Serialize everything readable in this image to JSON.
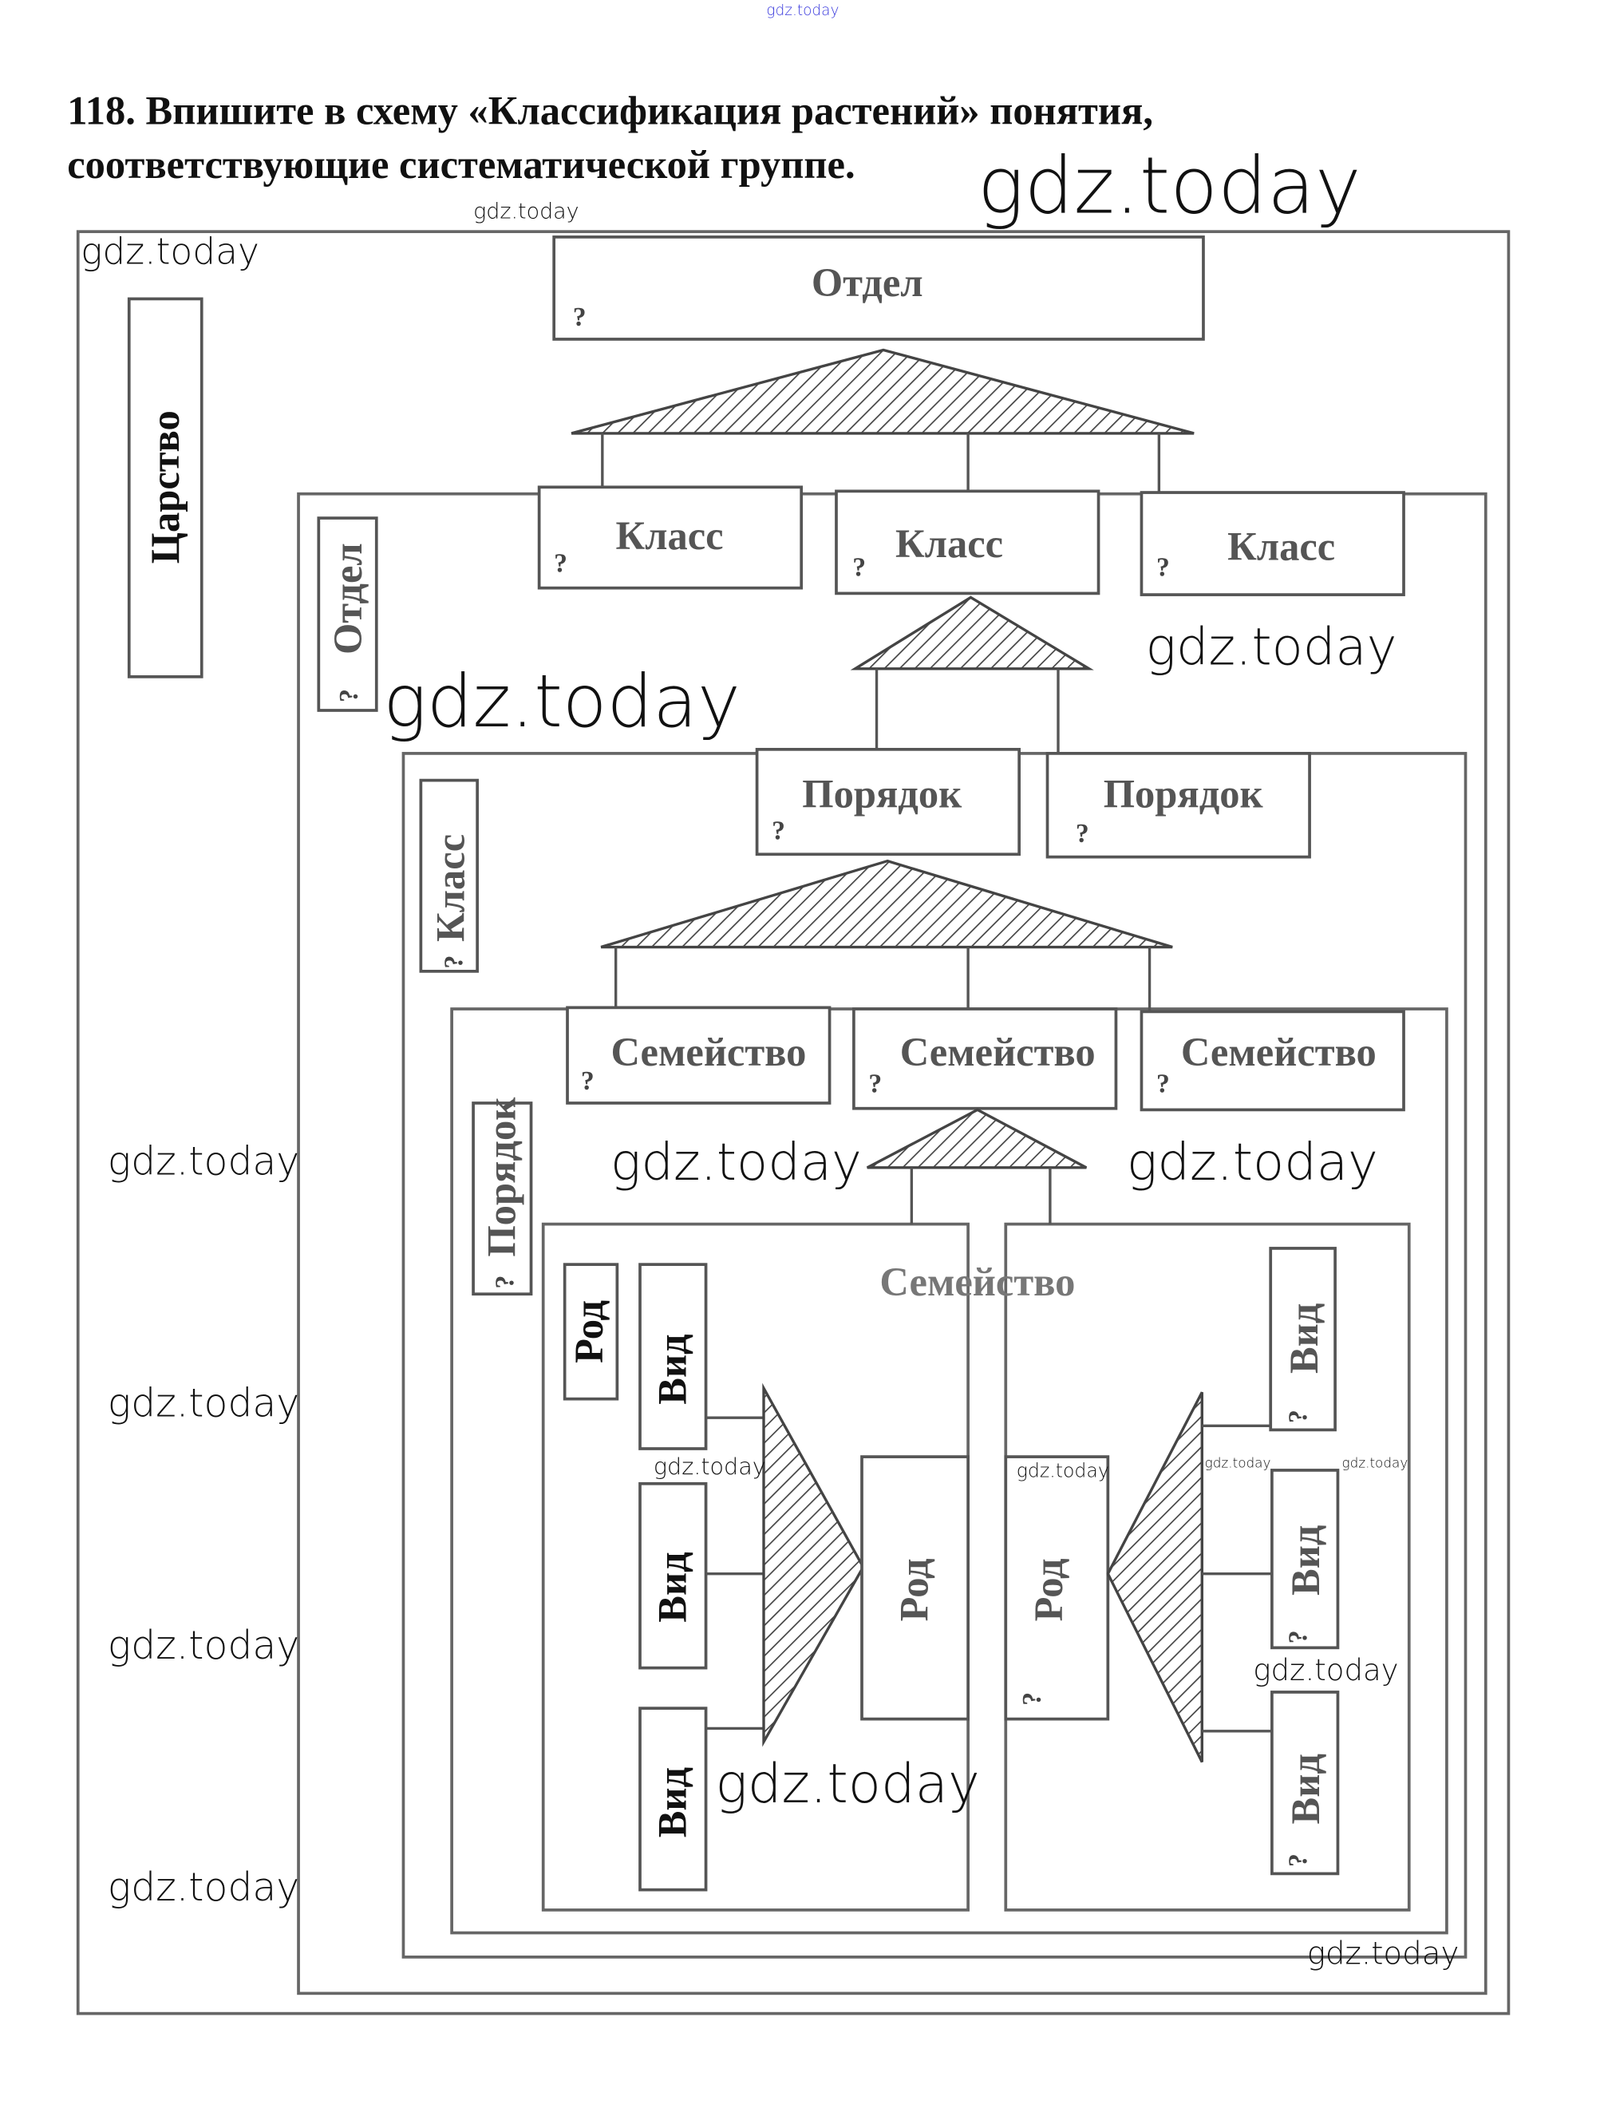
{
  "task": {
    "line1": "118. Впишите в схему «Классификация растений» понятия,",
    "line2": "соответствующие систематической группе."
  },
  "labels": {
    "kingdom": "Царство",
    "division": "Отдел",
    "class": "Класс",
    "order": "Порядок",
    "family": "Семейство",
    "genus": "Род",
    "species": "Вид",
    "question": "?"
  },
  "watermark": "gdz.today",
  "colors": {
    "watermark_top": "#3b3bdd",
    "lines": "#555555"
  }
}
